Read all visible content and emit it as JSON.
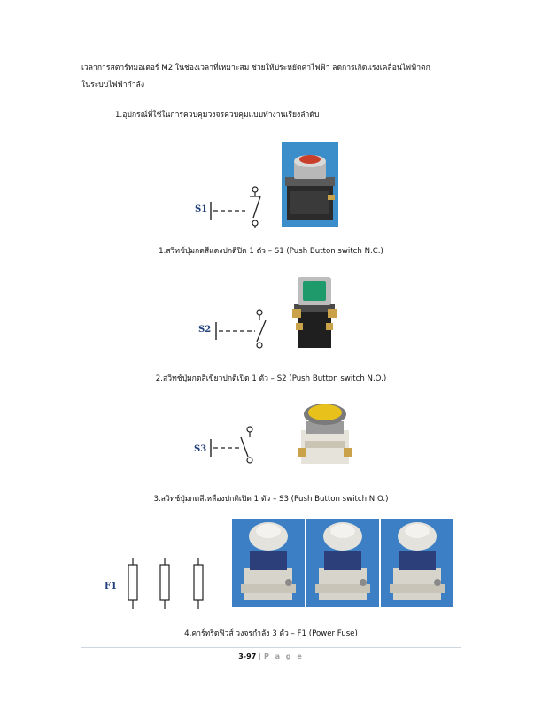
{
  "intro": {
    "line1": "เวลาการสตาร์ทมอเตอร์ M2 ในช่องเวลาที่เหมาะสม ช่วยให้ประหยัดค่าไฟฟ้า ลดการเกิดแรงเคลื่อนไฟฟ้าตก",
    "line2": "ในระบบไฟฟ้ากำลัง"
  },
  "section_heading": "1.อุปกรณ์ที่ใช้ในการควบคุมวงจรควบคุมแบบทำงานเรียงลำดับ",
  "items": [
    {
      "symbol_label": "S1",
      "caption": "1.สวิทช์ปุ่มกดสีแดงปกติปิด 1 ตัว – S1 (Push Button switch N.C.)",
      "button_color": "#c8402a",
      "contact_type": "N.C."
    },
    {
      "symbol_label": "S2",
      "caption": "2.สวิทช์ปุ่มกดสีเขียวปกติเปิด 1 ตัว – S2 (Push Button switch N.O.)",
      "button_color": "#1f9a6a",
      "contact_type": "N.O."
    },
    {
      "symbol_label": "S3",
      "caption": "3.สวิทช์ปุ่มกดสีเหลืองปกติเปิด 1 ตัว – S3 (Push Button switch N.O.)",
      "button_color": "#e8c21a",
      "contact_type": "N.O."
    },
    {
      "symbol_label": "F1",
      "caption": "4.คาร์ทริดฟิวส์ วงจรกำลัง 3 ตัว – F1 (Power Fuse)"
    }
  ],
  "footer": {
    "page_number": "3-97",
    "separator": "|",
    "page_word": "P a g e"
  }
}
